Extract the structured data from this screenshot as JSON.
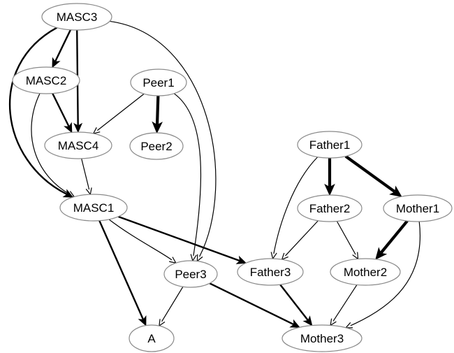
{
  "graph": {
    "nodes": [
      {
        "id": "MASC3",
        "label": "MASC3"
      },
      {
        "id": "MASC2",
        "label": "MASC2"
      },
      {
        "id": "Peer1",
        "label": "Peer1"
      },
      {
        "id": "MASC4",
        "label": "MASC4"
      },
      {
        "id": "Peer2",
        "label": "Peer2"
      },
      {
        "id": "MASC1",
        "label": "MASC1"
      },
      {
        "id": "Peer3",
        "label": "Peer3"
      },
      {
        "id": "A",
        "label": "A"
      },
      {
        "id": "Father1",
        "label": "Father1"
      },
      {
        "id": "Father2",
        "label": "Father2"
      },
      {
        "id": "Mother1",
        "label": "Mother1"
      },
      {
        "id": "Father3",
        "label": "Father3"
      },
      {
        "id": "Mother2",
        "label": "Mother2"
      },
      {
        "id": "Mother3",
        "label": "Mother3"
      }
    ],
    "edges": [
      {
        "from": "MASC3",
        "to": "MASC2",
        "weight": "medium"
      },
      {
        "from": "MASC3",
        "to": "MASC4",
        "weight": "medium"
      },
      {
        "from": "MASC3",
        "to": "MASC1",
        "weight": "medium"
      },
      {
        "from": "MASC3",
        "to": "Peer3",
        "weight": "thin"
      },
      {
        "from": "MASC2",
        "to": "MASC4",
        "weight": "medium"
      },
      {
        "from": "MASC2",
        "to": "MASC1",
        "weight": "thin"
      },
      {
        "from": "Peer1",
        "to": "MASC4",
        "weight": "thin"
      },
      {
        "from": "Peer1",
        "to": "Peer2",
        "weight": "thick"
      },
      {
        "from": "Peer1",
        "to": "Peer3",
        "weight": "thin"
      },
      {
        "from": "MASC4",
        "to": "MASC1",
        "weight": "thin"
      },
      {
        "from": "MASC1",
        "to": "A",
        "weight": "medium"
      },
      {
        "from": "MASC1",
        "to": "Peer3",
        "weight": "thin"
      },
      {
        "from": "MASC1",
        "to": "Father3",
        "weight": "medium"
      },
      {
        "from": "Peer3",
        "to": "A",
        "weight": "thin"
      },
      {
        "from": "Peer3",
        "to": "Mother3",
        "weight": "medium"
      },
      {
        "from": "Father1",
        "to": "Father2",
        "weight": "thick"
      },
      {
        "from": "Father1",
        "to": "Mother1",
        "weight": "thick"
      },
      {
        "from": "Father1",
        "to": "Father3",
        "weight": "thin"
      },
      {
        "from": "Father2",
        "to": "Father3",
        "weight": "thin"
      },
      {
        "from": "Father2",
        "to": "Mother2",
        "weight": "thin"
      },
      {
        "from": "Mother1",
        "to": "Mother2",
        "weight": "thick"
      },
      {
        "from": "Mother1",
        "to": "Mother3",
        "weight": "thin"
      },
      {
        "from": "Father3",
        "to": "Mother3",
        "weight": "medium"
      },
      {
        "from": "Mother2",
        "to": "Mother3",
        "weight": "thin"
      }
    ],
    "colors": {
      "node_fill": "#ffffff",
      "node_border": "#8a8a8a",
      "edge": "#000000",
      "text": "#000000"
    }
  }
}
